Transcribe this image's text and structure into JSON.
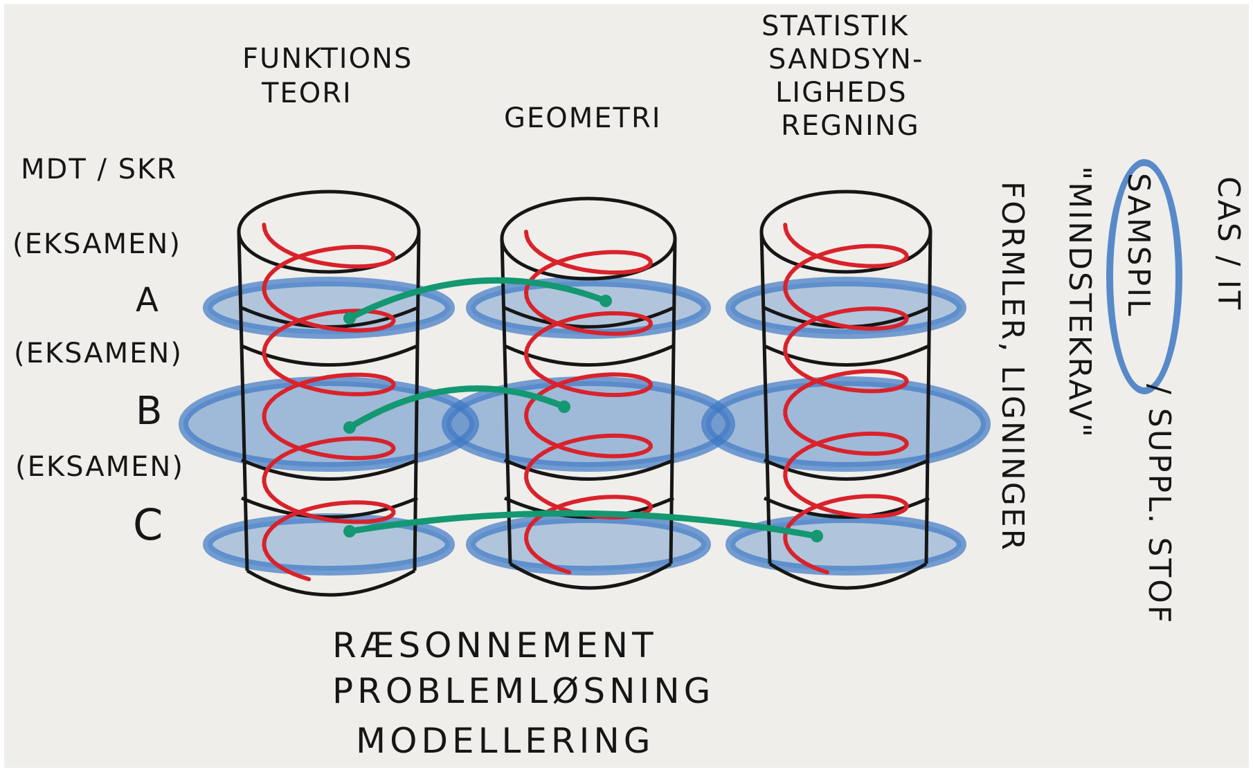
{
  "columns": [
    {
      "id": "funktionsteori",
      "lines": [
        "FUNKTIONS",
        "TEORI"
      ]
    },
    {
      "id": "geometri",
      "lines": [
        "GEOMETRI"
      ]
    },
    {
      "id": "statistik",
      "lines": [
        "STATISTIK",
        "SANDSYN-",
        "LIGHEDS",
        "REGNING"
      ]
    }
  ],
  "left_labels": {
    "mdt_skr": "MDT / SKR",
    "eksamen_1": "(EKSAMEN)",
    "level_a": "A",
    "eksamen_2": "(EKSAMEN)",
    "level_b": "B",
    "eksamen_3": "(EKSAMEN)",
    "level_c": "C"
  },
  "right_labels": {
    "cas_it": "CAS / IT",
    "samspil": "SAMSPIL",
    "suppl_stof": "/ SUPPL. STOF",
    "mindstekrav": "\"MINDSTEKRAV\"",
    "formler": "FORMLER, LIGNINGER"
  },
  "bottom_labels": [
    "RÆSONNEMENT",
    "PROBLEMLØSNING",
    "MODELLERING"
  ],
  "colors": {
    "ink": "#161616",
    "spiral": "#d9222b",
    "connector": "#139871",
    "level_ring": "#3d78c4",
    "paper": "#efeeea"
  }
}
